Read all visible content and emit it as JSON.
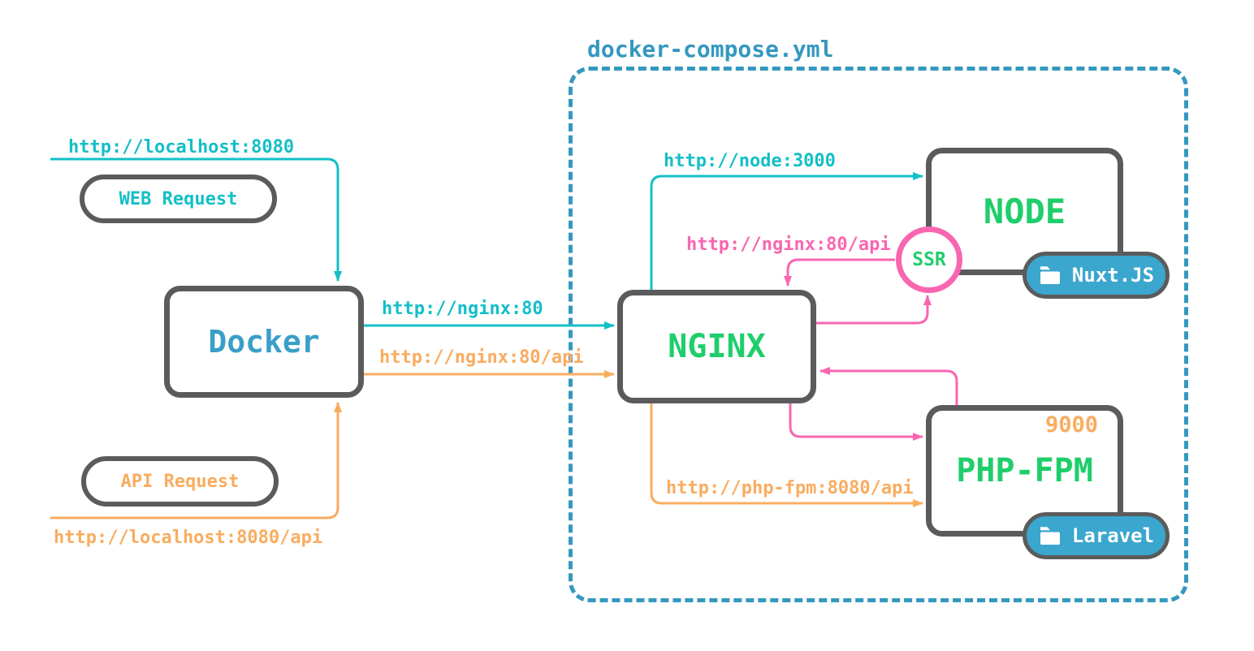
{
  "diagram": {
    "title": "docker-compose.yml",
    "colors": {
      "teal": "#14BFC7",
      "blue": "#3598BF",
      "docker_blue": "#3A9FC7",
      "badge_blue": "#3BA6CE",
      "orange": "#F9AC60",
      "pink": "#F966B0",
      "green": "#1FCE6B",
      "gray": "#5B5B5B"
    },
    "pills": {
      "web_request": {
        "label": "WEB Request"
      },
      "api_request": {
        "label": "API Request"
      }
    },
    "nodes": {
      "docker": {
        "label": "Docker"
      },
      "nginx": {
        "label": "NGINX"
      },
      "node": {
        "label": "NODE",
        "badge": "Nuxt.JS"
      },
      "php_fpm": {
        "label": "PHP-FPM",
        "badge": "Laravel",
        "port": "9000"
      },
      "ssr": {
        "label": "SSR"
      }
    },
    "edge_labels": {
      "localhost_web": "http://localhost:8080",
      "localhost_api": "http://localhost:8080/api",
      "docker_to_nginx_web": "http://nginx:80",
      "docker_to_nginx_api": "http://nginx:80/api",
      "nginx_to_node": "http://node:3000",
      "ssr_to_nginx": "http://nginx:80/api",
      "nginx_to_php_fpm": "http://php-fpm:8080/api"
    }
  }
}
